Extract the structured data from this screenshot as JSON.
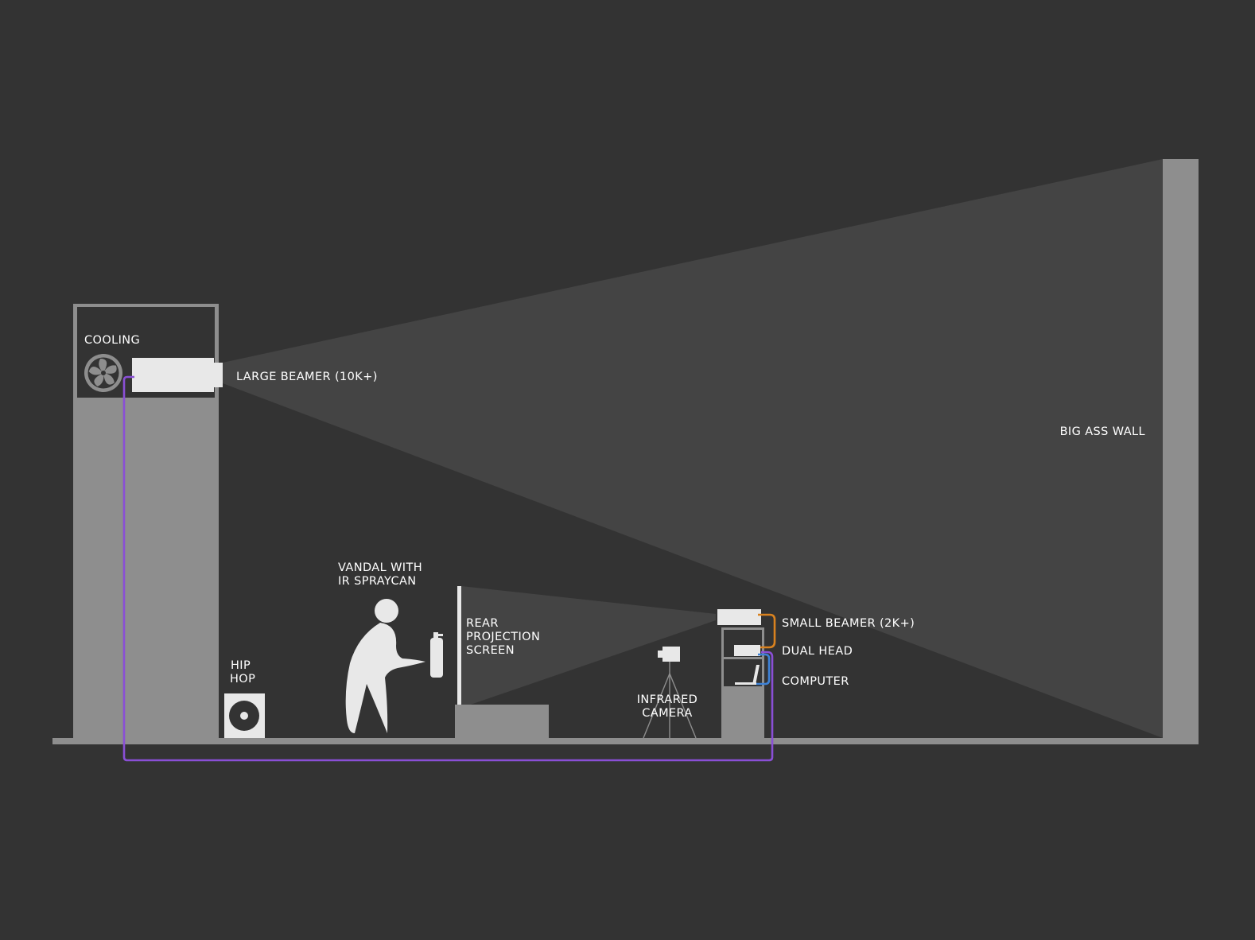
{
  "colors": {
    "background": "#333333",
    "structure": "#8e8e8e",
    "device": "#e8e8e8",
    "beam": "#444444",
    "label": "#ffffff",
    "cable_purple": "#8a4fd6",
    "cable_orange": "#d9821f",
    "cable_blue": "#3d82d6"
  },
  "labels": {
    "cooling": "COOLING",
    "large_beamer": "LARGE BEAMER (10K+)",
    "big_wall": "BIG ASS WALL",
    "vandal_line1": "VANDAL WITH",
    "vandal_line2": "IR SPRAYCAN",
    "rear_line1": "REAR",
    "rear_line2": "PROJECTION",
    "rear_line3": "SCREEN",
    "hiphop_line1": "HIP",
    "hiphop_line2": "HOP",
    "infrared_line1": "INFRARED",
    "infrared_line2": "CAMERA",
    "small_beamer": "SMALL BEAMER (2K+)",
    "dual_head": "DUAL HEAD",
    "computer": "COMPUTER"
  },
  "icons": {
    "fan": "fan-icon",
    "speaker": "speaker-icon",
    "person": "person-icon",
    "spraycan": "spraycan-icon",
    "camera": "camera-icon",
    "tripod": "tripod-icon"
  }
}
